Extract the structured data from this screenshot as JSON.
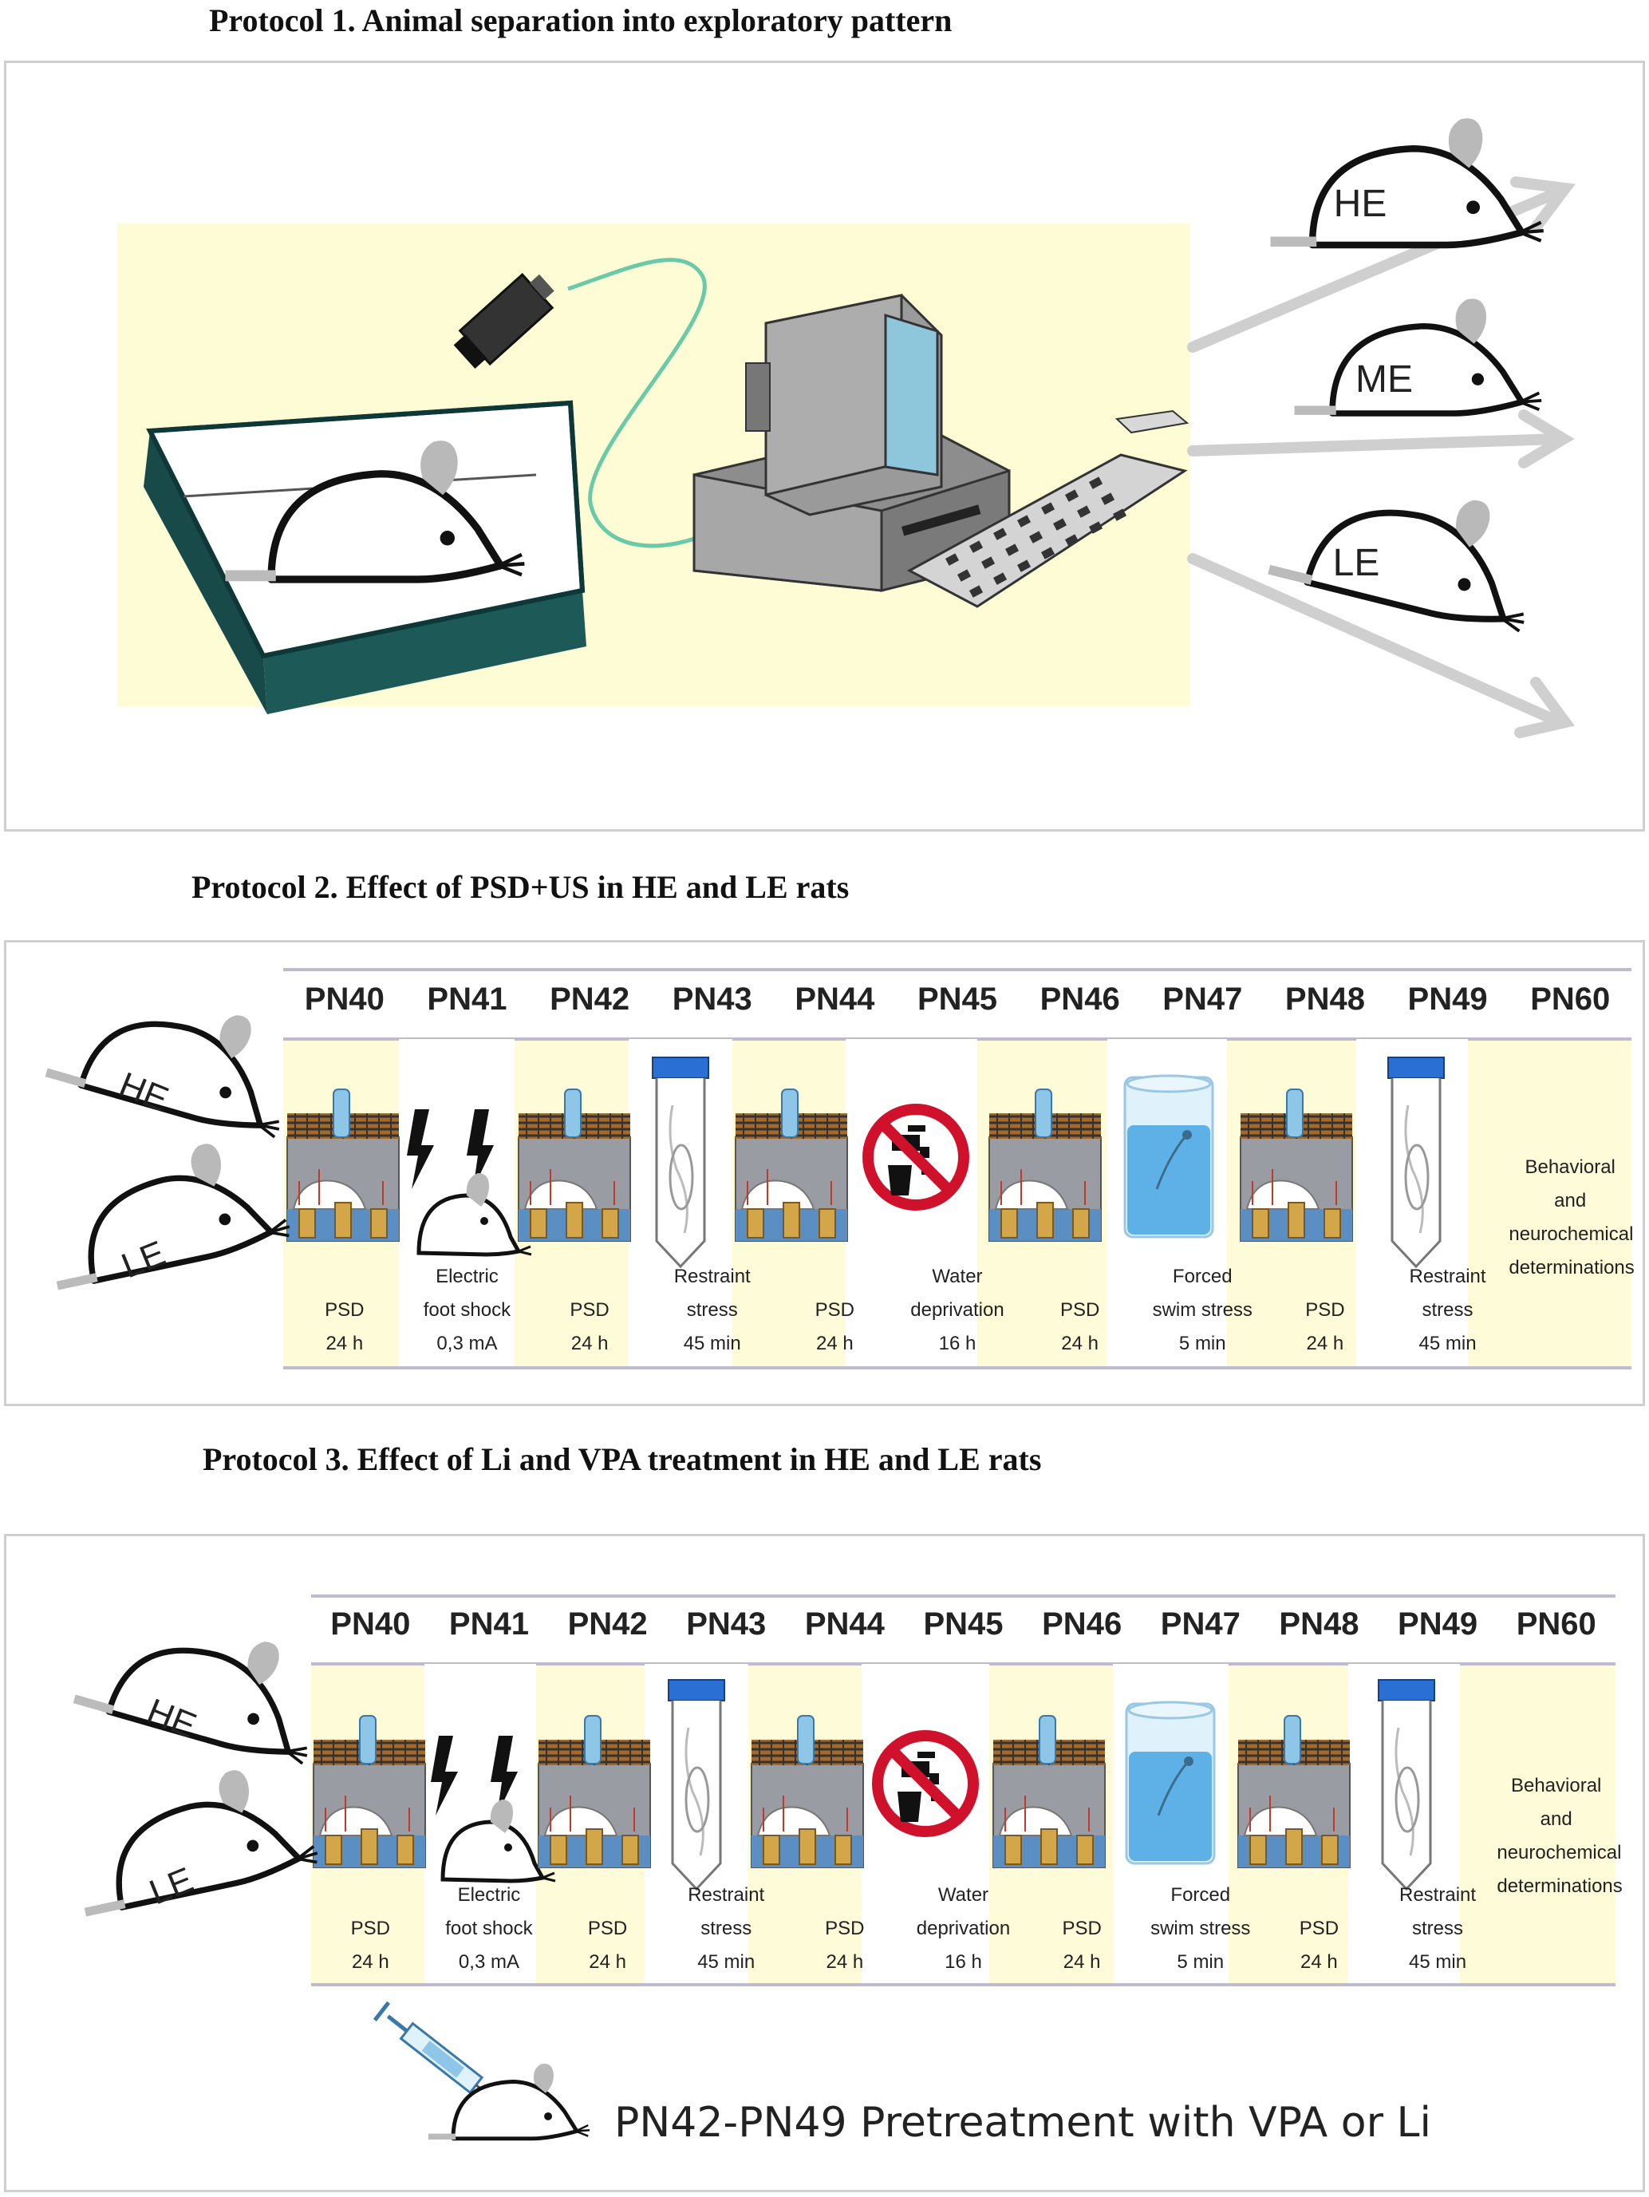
{
  "protocol1": {
    "title": "Protocol 1.  Animal separation into exploratory pattern",
    "groups": [
      "HE",
      "ME",
      "LE"
    ]
  },
  "protocol2": {
    "title": "Protocol 2. Effect of PSD+US in HE and LE rats",
    "groups": [
      "HE",
      "LE"
    ],
    "days": [
      "PN40",
      "PN41",
      "PN42",
      "PN43",
      "PN44",
      "PN45",
      "PN46",
      "PN47",
      "PN48",
      "PN49",
      "PN60"
    ],
    "captions": [
      [
        "PSD",
        "24 h"
      ],
      [
        "Electric",
        "foot shock",
        "0,3 mA"
      ],
      [
        "PSD",
        "24 h"
      ],
      [
        "Restraint",
        "stress",
        "45 min"
      ],
      [
        "PSD",
        "24 h"
      ],
      [
        "Water",
        "deprivation",
        "16 h"
      ],
      [
        "PSD",
        "24 h"
      ],
      [
        "Forced",
        "swim stress",
        "5 min"
      ],
      [
        "PSD",
        "24 h"
      ],
      [
        "Restraint",
        "stress",
        "45 min"
      ],
      [
        "Behavioral and",
        "neurochemical",
        "determinations"
      ]
    ]
  },
  "protocol3": {
    "title": "Protocol 3. Effect of Li and VPA treatment in HE and LE rats",
    "groups": [
      "HE",
      "LE"
    ],
    "days": [
      "PN40",
      "PN41",
      "PN42",
      "PN43",
      "PN44",
      "PN45",
      "PN46",
      "PN47",
      "PN48",
      "PN49",
      "PN60"
    ],
    "captions": [
      [
        "PSD",
        "24 h"
      ],
      [
        "Electric",
        "foot shock",
        "0,3 mA"
      ],
      [
        "PSD",
        "24 h"
      ],
      [
        "Restraint",
        "stress",
        "45 min"
      ],
      [
        "PSD",
        "24 h"
      ],
      [
        "Water",
        "deprivation",
        "16 h"
      ],
      [
        "PSD",
        "24 h"
      ],
      [
        "Forced",
        "swim stress",
        "5 min"
      ],
      [
        "PSD",
        "24 h"
      ],
      [
        "Restraint",
        "stress",
        "45 min"
      ],
      [
        "Behavioral and",
        "neurochemical",
        "determinations"
      ]
    ],
    "pretreatment": "PN42-PN49 Pretreatment with VPA or Li"
  },
  "colors": {
    "cellYellow": "#fdfbd8",
    "headerLine": "#bfbad0",
    "arrow": "#cfcfcf",
    "screen": "#8ec6dc"
  },
  "icons": [
    "camera-icon",
    "computer-icon",
    "rat-icon",
    "psd-cage-icon",
    "shock-icon",
    "restraint-tube-icon",
    "no-water-icon",
    "swim-cylinder-icon",
    "syringe-icon"
  ]
}
